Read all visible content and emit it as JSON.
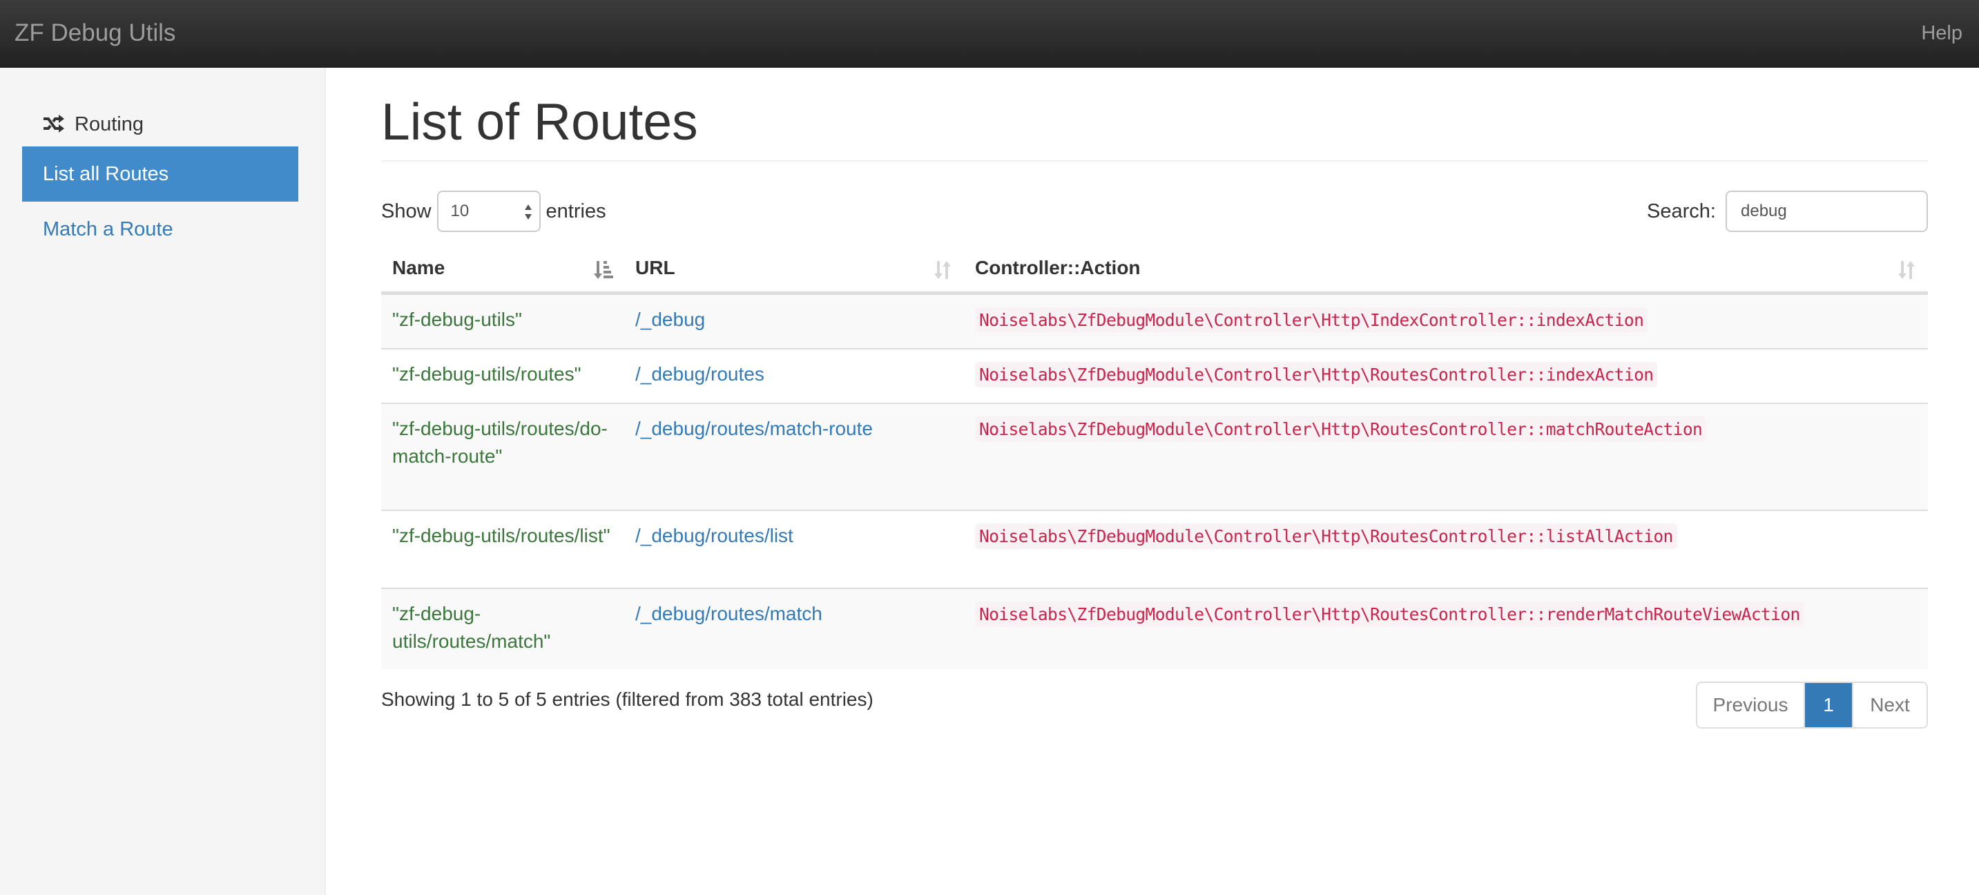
{
  "navbar": {
    "brand": "ZF Debug Utils",
    "help": "Help"
  },
  "sidebar": {
    "header": {
      "icon": "random-shuffle-icon",
      "label": "Routing"
    },
    "items": [
      {
        "label": "List all Routes",
        "active": true
      },
      {
        "label": "Match a Route",
        "active": false
      }
    ]
  },
  "page": {
    "title": "List of Routes"
  },
  "controls": {
    "show_label": "Show",
    "page_length": "10",
    "entries_label": "entries",
    "search_label": "Search:",
    "search_value": "debug"
  },
  "table": {
    "columns": [
      {
        "label": "Name",
        "sort": "ascending"
      },
      {
        "label": "URL",
        "sort": "none"
      },
      {
        "label": "Controller::Action",
        "sort": "none"
      }
    ],
    "rows": [
      {
        "name": "\"zf-debug-utils\"",
        "url": "/_debug",
        "action": "Noiselabs\\ZfDebugModule\\Controller\\Http\\IndexController::indexAction"
      },
      {
        "name": "\"zf-debug-utils/routes\"",
        "url": "/_debug/routes",
        "action": "Noiselabs\\ZfDebugModule\\Controller\\Http\\RoutesController::indexAction"
      },
      {
        "name": "\"zf-debug-utils/routes/do-match-route\"",
        "url": "/_debug/routes/match-route",
        "action": "Noiselabs\\ZfDebugModule\\Controller\\Http\\RoutesController::matchRouteAction"
      },
      {
        "name": "\"zf-debug-utils/routes/list\"",
        "url": "/_debug/routes/list",
        "action": "Noiselabs\\ZfDebugModule\\Controller\\Http\\RoutesController::listAllAction"
      },
      {
        "name": "\"zf-debug-utils/routes/match\"",
        "url": "/_debug/routes/match",
        "action": "Noiselabs\\ZfDebugModule\\Controller\\Http\\RoutesController::renderMatchRouteViewAction"
      }
    ]
  },
  "footer": {
    "info": "Showing 1 to 5 of 5 entries (filtered from 383 total entries)",
    "pagination": {
      "previous": "Previous",
      "current": "1",
      "next": "Next"
    }
  },
  "colors": {
    "accent": "#428bca",
    "link": "#337ab7",
    "name_green": "#3c763d",
    "code_text": "#c7254e",
    "code_bg": "#f9f2f4"
  }
}
